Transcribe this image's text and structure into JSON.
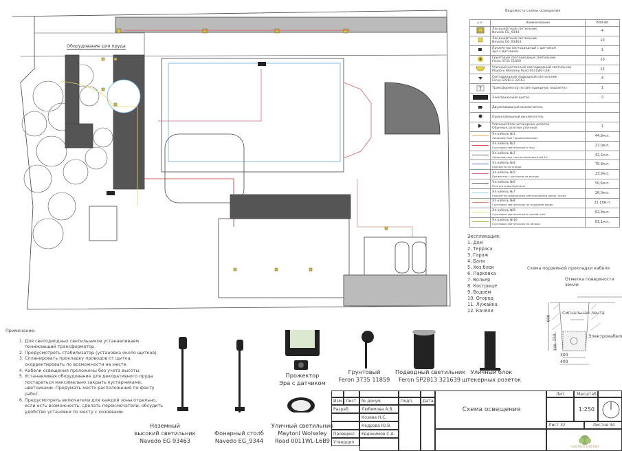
{
  "legend": {
    "title": "Ведомость схемы освещения",
    "headers": {
      "symbol": "у.о.",
      "name": "Наименование",
      "qty": "Кол-во"
    },
    "rows": [
      {
        "icon": "lamp-square-large-icon",
        "name": "Ландшафтный светильник",
        "sub": "Navedo EG_9344",
        "qty": "4"
      },
      {
        "icon": "lamp-square-small-icon",
        "name": "Ландшафтный светильник",
        "sub": "Navedo EG_93463",
        "qty": "10"
      },
      {
        "icon": "floodlight-icon",
        "name": "Прожектор светодиодный с датчиком",
        "sub": "Эра с датчиком",
        "qty": "1"
      },
      {
        "icon": "ground-lamp-icon",
        "name": "Грунтовый светодиодный светильник",
        "sub": "Feron 3735 11859",
        "qty": "20"
      },
      {
        "icon": "wall-lamp-icon",
        "name": "Уличный настенный светодиодный светильник",
        "sub": "Maytoni Wolseley Road 0011WL-L6B",
        "qty": "15"
      },
      {
        "icon": "underwater-lamp-icon",
        "name": "Светодиодный подводный светильник",
        "sub": "Feron SP2813 32163",
        "qty": "4"
      },
      {
        "icon": "transformer-icon",
        "name": "Трансформатор на светодиодную подсветку",
        "sub": "",
        "qty": "1"
      },
      {
        "icon": "electrical-panel-icon",
        "name": "Электрический щиток",
        "sub": "",
        "qty": "2"
      },
      {
        "icon": "double-switch-icon",
        "name": "Двухклавишный выключатель",
        "sub": "",
        "qty": ""
      },
      {
        "icon": "single-switch-icon",
        "name": "Одноклавишный выключатель",
        "sub": "",
        "qty": ""
      },
      {
        "icon": "outlet-block-icon",
        "name": "Уличный блок штекерных розеток",
        "sub": "Обычные розетки уличные",
        "qty": "1"
      }
    ],
    "cables": [
      {
        "name": "Эл.кабель №1",
        "sub": "Ландшафтные торшеры высокие",
        "qty": "44,9м.п.",
        "color": "#e8b27a"
      },
      {
        "name": "Эл.кабель №2",
        "sub": "Грунтовые светильники в лесу",
        "qty": "27,0м.п.",
        "color": "#d9534f"
      },
      {
        "name": "Эл.кабель №3",
        "sub": "Ландшафтные светильники высотой 1м",
        "qty": "42,2м.п.",
        "color": "#5a6378"
      },
      {
        "name": "Эл.кабель №4",
        "sub": "Подсветка на огород",
        "qty": "75,9м.п.",
        "color": "#5b6fc4"
      },
      {
        "name": "Эл.кабель №5",
        "sub": "Прожектор с датчиком на въезде",
        "qty": "23,9м.п.",
        "color": "#d46a8a"
      },
      {
        "name": "Эл.кабель №6",
        "sub": "Розетки и выключатели",
        "qty": "50,6м.п.",
        "color": "#666666"
      },
      {
        "name": "Эл.кабель №7",
        "sub": "Подсветка подводными светильниками декор. пруда",
        "qty": "26,0м.п.",
        "color": "#8fd3e0"
      },
      {
        "name": "Эл.кабель №8",
        "sub": "Грунтовые светильники на парадном входе",
        "qty": "23,18м.п.",
        "color": "#c9917a"
      },
      {
        "name": "Эл.кабель №9",
        "sub": "Грунтовые светильники в лесной зоне",
        "qty": "62,9м.п.",
        "color": "#ece06a"
      },
      {
        "name": "Эл.кабель №10",
        "sub": "Грунтовые светильники на яблоки",
        "qty": "81,1м.п.",
        "color": "#b5b04a"
      }
    ]
  },
  "plan": {
    "pond_label": "Оборудование для пруда"
  },
  "explication": {
    "title": "Экспликация:",
    "items": [
      "1. Дом",
      "2. Терраса",
      "3. Гараж",
      "4. Баня",
      "5. Хоз.блок",
      "6. Парковка",
      "7. Вольер",
      "8. Кострище",
      "9. Водоём",
      "10. Огород",
      "11. Лужайка",
      "12. Качели"
    ]
  },
  "cable_section": {
    "title": "Схема подземной прокладки кабеля",
    "ground": "Отметка поверхности земли",
    "tape": "Сигнальная лента",
    "cable": "Электрокабель",
    "dims": {
      "depth": "800",
      "fill": "250",
      "bed": "100",
      "inner": "300",
      "outer": "400"
    }
  },
  "notes": {
    "title": "Примечание:",
    "items": [
      "Для светодиодных светильников устанавливаем понижающий трансформатор.",
      "Предусмотреть стабилизатор (установка около щитков).",
      "Спланировать прокладку проводов от щитка, скорректировать по возможности на месте.",
      "Кабели освещения проложены без учета высоты.",
      "Устанавливая оборудование для декоративного пруда постараться максимально закрыть кустарниками, цветниками. Продумать место расположения по факту работ.",
      "Предусмотреть включатели для каждой зоны отдельно, если есть возможность, сделать переключатели, обсудить удобство установки по месту с хозяевами."
    ]
  },
  "products": [
    {
      "l1": "Наземный",
      "l2": "высокий светильник",
      "l3": "Navedo EG 93463"
    },
    {
      "l1": "Фонарный столб",
      "l2": "Navedo EG_9344"
    },
    {
      "l1": "Прожектор",
      "l2": "Эра с датчиком"
    },
    {
      "l1": "Уличный светильник",
      "l2": "Maytoni Wolseley",
      "l3": "Road 0011WL-L6B9"
    },
    {
      "l1": "Грунтовый",
      "l2": "Feron 3735 11859"
    },
    {
      "l1": "Подводный светильник",
      "l2": "Feron SP2813 321639"
    },
    {
      "l1": "Уличный блок",
      "l2": "штекерных розеток"
    }
  ],
  "title_block": {
    "hdr": {
      "izm": "Изм.",
      "list": "Лист",
      "doc": "№ докум.",
      "sign": "Подп.",
      "date": "Дата"
    },
    "roles": {
      "dev": "Разраб.",
      "check": "Проверил",
      "approve": "Утвердил"
    },
    "people": [
      "Любимова А.В.",
      "Козева Н.С.",
      "Кедрова Ю.В.",
      "Евдокимов С.А."
    ],
    "title": "Схема освещения",
    "lit": "Лит.",
    "scale_label": "Масштаб",
    "scale": "1:250",
    "sheet": "Лист 32",
    "sheets": "Листов 34",
    "logo": "GARDEN EXPERT"
  }
}
